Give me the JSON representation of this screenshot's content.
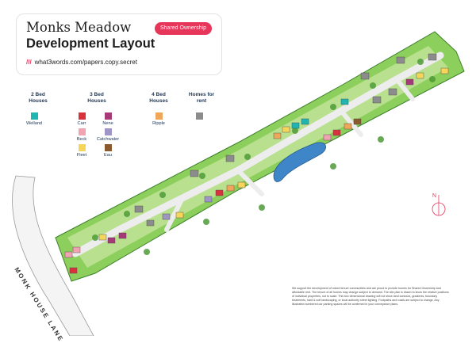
{
  "header": {
    "title_line1": "Monks Meadow",
    "title_line2": "Development Layout",
    "badge": "Shared Ownership",
    "what3words": "what3words.com/papers.copy.secret",
    "w3w_prefix": "///"
  },
  "key": {
    "groups": [
      {
        "heading": "2 Bed\nHouses",
        "items": [
          {
            "label": "Welland",
            "color": "#1fb5b0"
          }
        ]
      },
      {
        "heading": "3 Bed\nHouses",
        "items": [
          {
            "label": "Carr",
            "color": "#d8323f"
          },
          {
            "label": "Nene",
            "color": "#a63a78"
          },
          {
            "label": "Beck",
            "color": "#f0a3b1"
          },
          {
            "label": "Catchwater",
            "color": "#9f95c7"
          },
          {
            "label": "Fleet",
            "color": "#f6d65a"
          },
          {
            "label": "Eau",
            "color": "#8a5a2e"
          }
        ]
      },
      {
        "heading": "4 Bed\nHouses",
        "items": [
          {
            "label": "Ripple",
            "color": "#f0a658"
          }
        ]
      },
      {
        "heading": "Homes for\nrent",
        "items": [
          {
            "label": "",
            "color": "#8c8c8c"
          }
        ]
      }
    ]
  },
  "road_label": "MONK HOUSE LANE",
  "north_label": "N",
  "disclaimer": "We support the development of mixed tenure communities and are proud to provide homes for Shared Ownership and affordable rent. The tenure of all homes may change subject to demand. The site plan is drawn to show the relative positions of individual properties, not to scale. This two dimensional drawing will not show land contours, gradients, boundary treatments, hard & soft landscaping, or local authority street lighting. Footpaths and roads are subject to change. Any illustrated numbered car parking spaces will be confirmed in your conveyance plans.",
  "colors": {
    "land": "#8ccf5c",
    "land_light": "#b9e08e",
    "road": "#ededed",
    "pond": "#3f86c8",
    "accent": "#e6365a"
  }
}
